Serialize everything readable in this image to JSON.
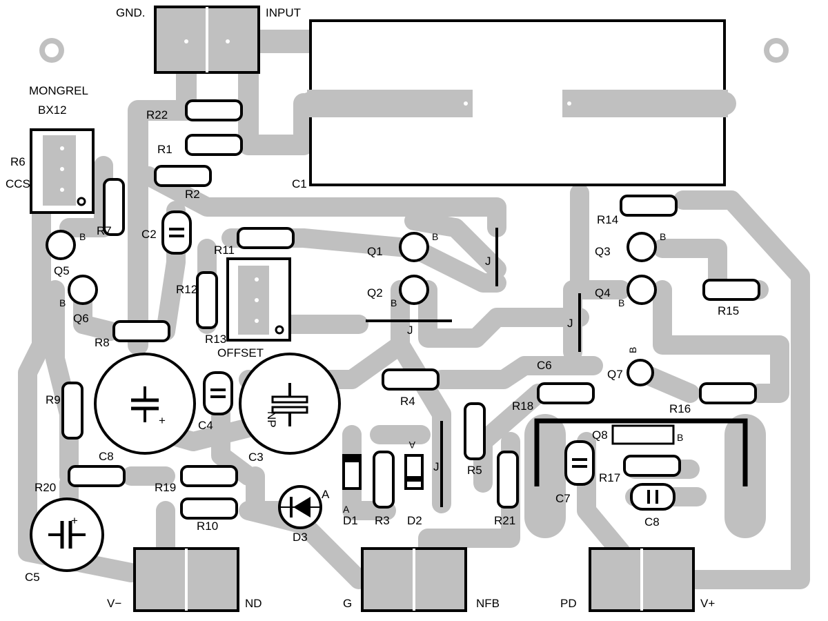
{
  "board": {
    "title_line1": "MONGREL",
    "title_line2": "BX12",
    "connectors": {
      "top_left": "GND.",
      "top_right": "INPUT",
      "bottom1_left": "V−",
      "bottom1_right": "ND",
      "bottom2_left": "G",
      "bottom2_right": "NFB",
      "bottom3_left": "PD",
      "bottom3_right": "V+"
    },
    "resistors": {
      "r1": "R1",
      "r2": "R2",
      "r3": "R3",
      "r4": "R4",
      "r5": "R5",
      "r7": "R7",
      "r8": "R8",
      "r9": "R9",
      "r10": "R10",
      "r11": "R11",
      "r12": "R12",
      "r13": "R13",
      "r14": "R14",
      "r15": "R15",
      "r16": "R16",
      "r17": "R17",
      "r18": "R18",
      "r19": "R19",
      "r20": "R20",
      "r21": "R21",
      "r22": "R22"
    },
    "r6_label": "R6",
    "r6_sub": "CCS",
    "capacitors": {
      "c1": "C1",
      "c2": "C2",
      "c3": "C3",
      "c4": "C4",
      "c5": "C5",
      "c6": "C6",
      "c7": "C7",
      "c8a": "C8",
      "c8b": "C8"
    },
    "c3_marking": "NP",
    "offset_label": "OFFSET",
    "transistors": {
      "q1": "Q1",
      "q2": "Q2",
      "q3": "Q3",
      "q4": "Q4",
      "q5": "Q5",
      "q6": "Q6",
      "q7": "Q7",
      "q8": "Q8"
    },
    "base_mark": "B",
    "diodes": {
      "d1": "D1",
      "d2": "D2",
      "d3": "D3"
    },
    "anode_mark": "A",
    "jumper_mark": "J",
    "plus_mark": "+"
  }
}
